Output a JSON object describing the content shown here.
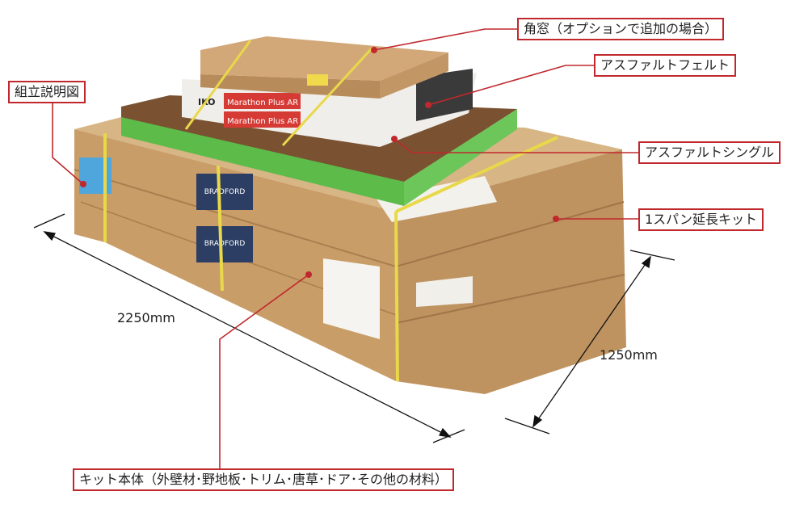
{
  "callouts": {
    "dormer_window": "角窓（オプションで追加の場合）",
    "asphalt_felt": "アスファルトフェルト",
    "asphalt_shingle": "アスファルトシングル",
    "span_extension_kit": "1スパン延長キット",
    "assembly_drawing": "組立説明図",
    "kit_body": "キット本体（外壁材･野地板･トリム･唐草･ドア･その他の材料）"
  },
  "dimensions": {
    "length": "2250mm",
    "width": "1250mm"
  },
  "product_text": {
    "shingle_brand": "IKO",
    "shingle_product": "Marathon Plus AR",
    "lumber_brand": "BRADFORD"
  },
  "colors": {
    "callout_red": "#c0282d",
    "cardboard": "#c9a272",
    "pallet_green": "#5dbb4a",
    "strap_yellow": "#e8d84a"
  }
}
